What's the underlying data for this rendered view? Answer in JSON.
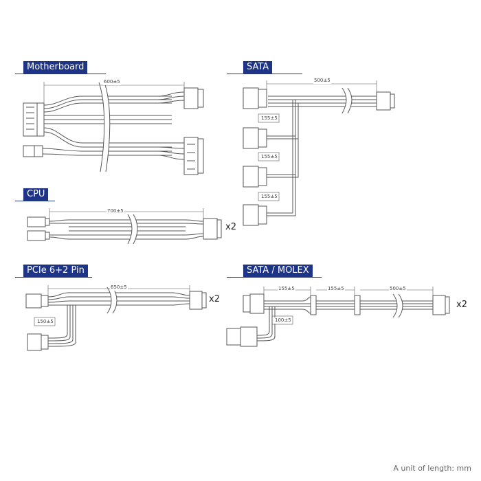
{
  "sections": {
    "motherboard": {
      "title": "Motherboard",
      "dims": [
        "600±5"
      ]
    },
    "sata": {
      "title": "SATA",
      "dims": [
        "500±5",
        "155±5",
        "155±5",
        "155±5"
      ]
    },
    "cpu": {
      "title": "CPU",
      "dims": [
        "700±5"
      ],
      "multiplier": "x2"
    },
    "pcie": {
      "title": "PCIe 6+2 Pin",
      "dims": [
        "650±5",
        "150±5"
      ],
      "multiplier": "x2"
    },
    "satamolex": {
      "title": "SATA / MOLEX",
      "dims": [
        "155±5",
        "155±5",
        "500±5",
        "100±5"
      ],
      "multiplier": "x2"
    }
  },
  "footer": {
    "unit_note": "A unit of length: mm"
  },
  "colors": {
    "accent": "#1e3486",
    "line": "#555555"
  }
}
